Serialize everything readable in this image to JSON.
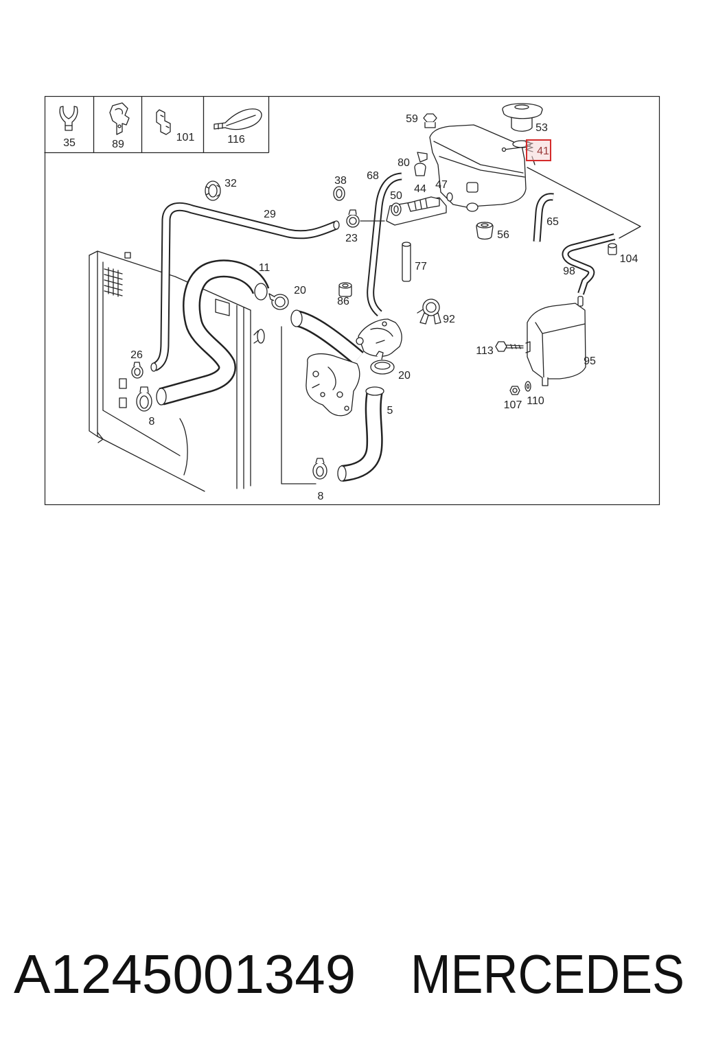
{
  "diagram": {
    "legend_items": [
      "35",
      "89",
      "101",
      "116"
    ],
    "callouts": [
      "59",
      "53",
      "80",
      "68",
      "38",
      "44",
      "47",
      "32",
      "29",
      "50",
      "65",
      "56",
      "104",
      "23",
      "77",
      "98",
      "11",
      "20",
      "86",
      "92",
      "26",
      "113",
      "95",
      "20",
      "8",
      "107",
      "110",
      "5",
      "8"
    ],
    "highlighted_callout": "41",
    "highlight_color": "#d42a2a"
  },
  "caption": {
    "part_number": "A1245001349",
    "brand": "MERCEDES"
  }
}
